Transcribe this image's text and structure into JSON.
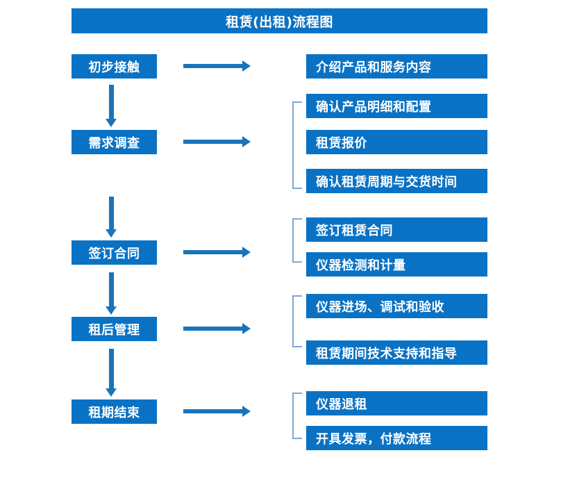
{
  "diagram": {
    "title": "租赁(出租)流程图",
    "accent_color": "#0a72c4",
    "arrow_color": "#1874bb",
    "bracket_color": "#7fa8d4",
    "text_color": "#ffffff",
    "background_color": "#ffffff"
  },
  "stages": [
    {
      "id": "stage-1",
      "label": "初步接触"
    },
    {
      "id": "stage-2",
      "label": "需求调查"
    },
    {
      "id": "stage-3",
      "label": "签订合同"
    },
    {
      "id": "stage-4",
      "label": "租后管理"
    },
    {
      "id": "stage-5",
      "label": "租期结束"
    }
  ],
  "details": {
    "stage_1": [
      {
        "label": "介绍产品和服务内容"
      }
    ],
    "stage_2": [
      {
        "label": "确认产品明细和配置"
      },
      {
        "label": "租赁报价"
      },
      {
        "label": "确认租赁周期与交货时间"
      }
    ],
    "stage_3": [
      {
        "label": "签订租赁合同"
      },
      {
        "label": "仪器检测和计量"
      }
    ],
    "stage_4": [
      {
        "label": "仪器进场、调试和验收"
      },
      {
        "label": "租赁期间技术支持和指导"
      }
    ],
    "stage_5": [
      {
        "label": "仪器退租"
      },
      {
        "label": "开具发票，付款流程"
      }
    ]
  },
  "connectors": {
    "horizontal_arrow_count": 5,
    "vertical_arrow_count": 4,
    "bracket_count": 4
  }
}
